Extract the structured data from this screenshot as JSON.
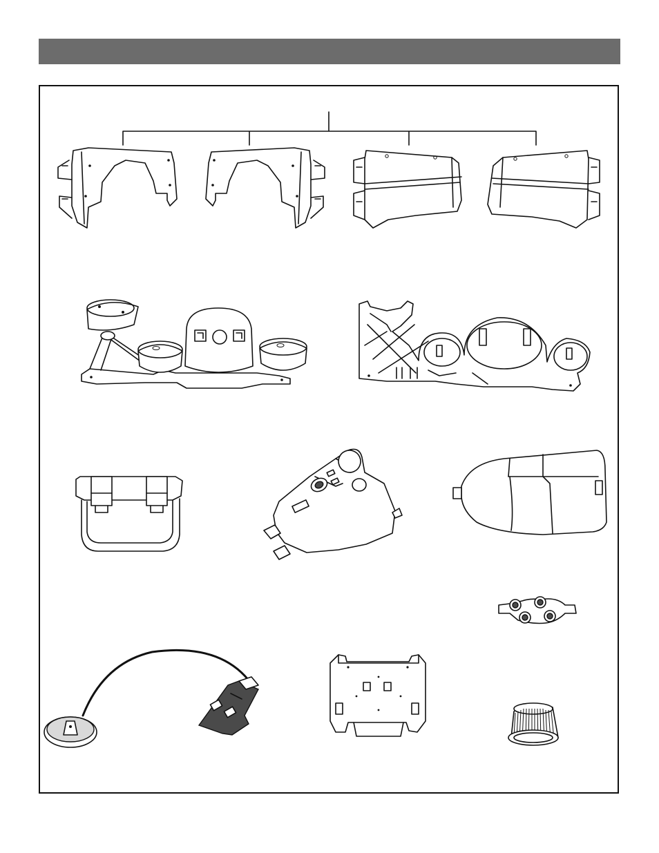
{
  "header": {
    "title": ""
  },
  "figure": {
    "parts": [
      {
        "id": "inner-fairing-left",
        "icon": "fairing-panel-icon"
      },
      {
        "id": "inner-fairing-right",
        "icon": "fairing-panel-icon"
      },
      {
        "id": "outer-fairing-left",
        "icon": "fairing-panel-icon"
      },
      {
        "id": "outer-fairing-right",
        "icon": "fairing-panel-icon"
      },
      {
        "id": "dash-assembly",
        "icon": "dashboard-icon"
      },
      {
        "id": "dash-frame",
        "icon": "dashboard-frame-icon"
      },
      {
        "id": "seat-bracket",
        "icon": "bracket-icon"
      },
      {
        "id": "fuel-tank",
        "icon": "fuel-tank-icon"
      },
      {
        "id": "tank-cover",
        "icon": "cover-icon"
      },
      {
        "id": "handlebar-clamp",
        "icon": "clamp-icon"
      },
      {
        "id": "foot-pedal-switch",
        "icon": "pedal-switch-icon"
      },
      {
        "id": "mounting-plate",
        "icon": "mounting-plate-icon"
      },
      {
        "id": "air-filter",
        "icon": "air-filter-icon"
      }
    ]
  }
}
